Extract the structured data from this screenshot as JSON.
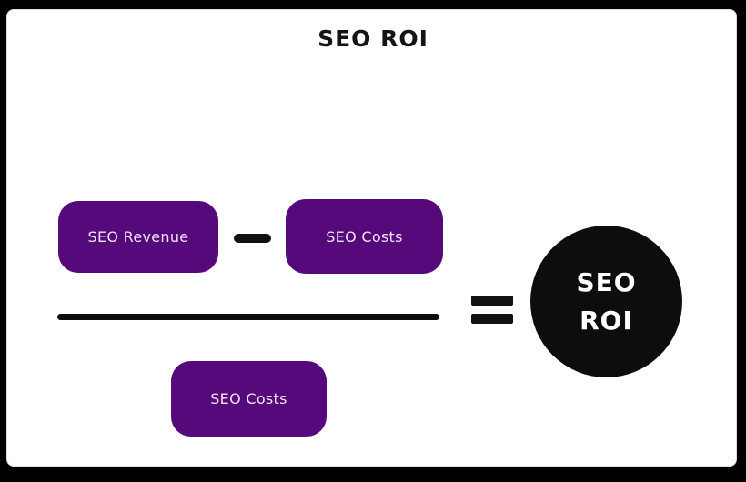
{
  "title": "SEO ROI",
  "formula": {
    "numerator_left_label": "SEO Revenue",
    "numerator_right_label": "SEO Costs",
    "denominator_label": "SEO Costs",
    "result": {
      "line1": "SEO",
      "line2": "ROI"
    }
  },
  "colors": {
    "frame": "#000000",
    "canvas": "#ffffff",
    "box_purple": "#55097a",
    "box_text": "#f3e4f4",
    "ink": "#0d0d0d",
    "result_circle": "#0d0d0d",
    "result_text": "#ffffff"
  }
}
